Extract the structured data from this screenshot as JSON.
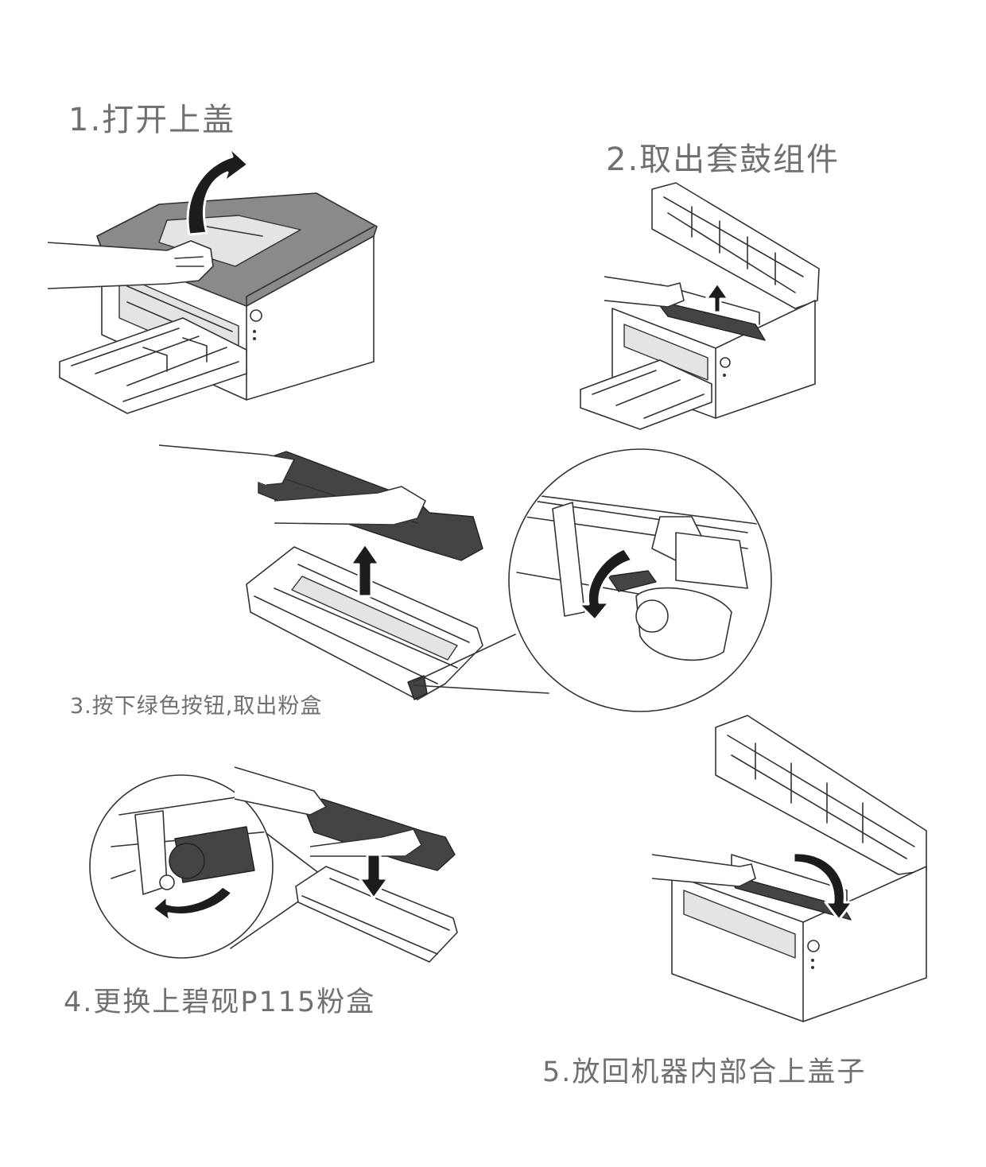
{
  "steps": [
    {
      "label": "1.打开上盖"
    },
    {
      "label": "2.取出套鼓组件"
    },
    {
      "label": "3.按下绿色按钮,取出粉盒"
    },
    {
      "label": "4.更换上碧砚P115粉盒"
    },
    {
      "label": "5.放回机器内部合上盖子"
    }
  ],
  "colors": {
    "label_text": "#707070",
    "line_art": "#333333",
    "arrow": "#1c1c1c",
    "lid_gray": "#8a8a8a"
  }
}
